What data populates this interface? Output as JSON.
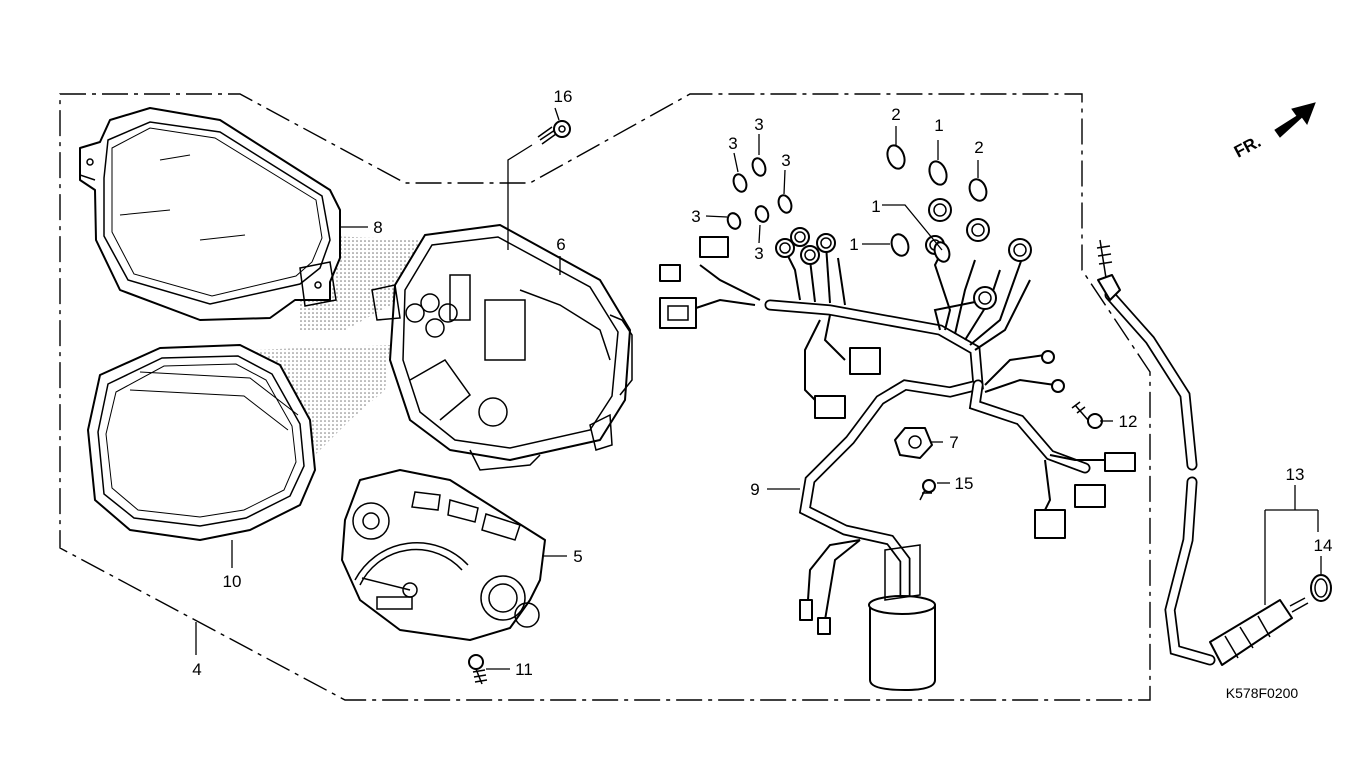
{
  "diagram": {
    "code": "K578F0200",
    "direction_label": "FR.",
    "callouts": {
      "c1a": "1",
      "c1b": "1",
      "c1c": "1",
      "c2a": "2",
      "c2b": "2",
      "c3a": "3",
      "c3b": "3",
      "c3c": "3",
      "c3d": "3",
      "c3e": "3",
      "c4": "4",
      "c5": "5",
      "c6": "6",
      "c7": "7",
      "c8": "8",
      "c9": "9",
      "c10": "10",
      "c11": "11",
      "c12": "12",
      "c13": "13",
      "c14": "14",
      "c15": "15",
      "c16": "16"
    }
  }
}
